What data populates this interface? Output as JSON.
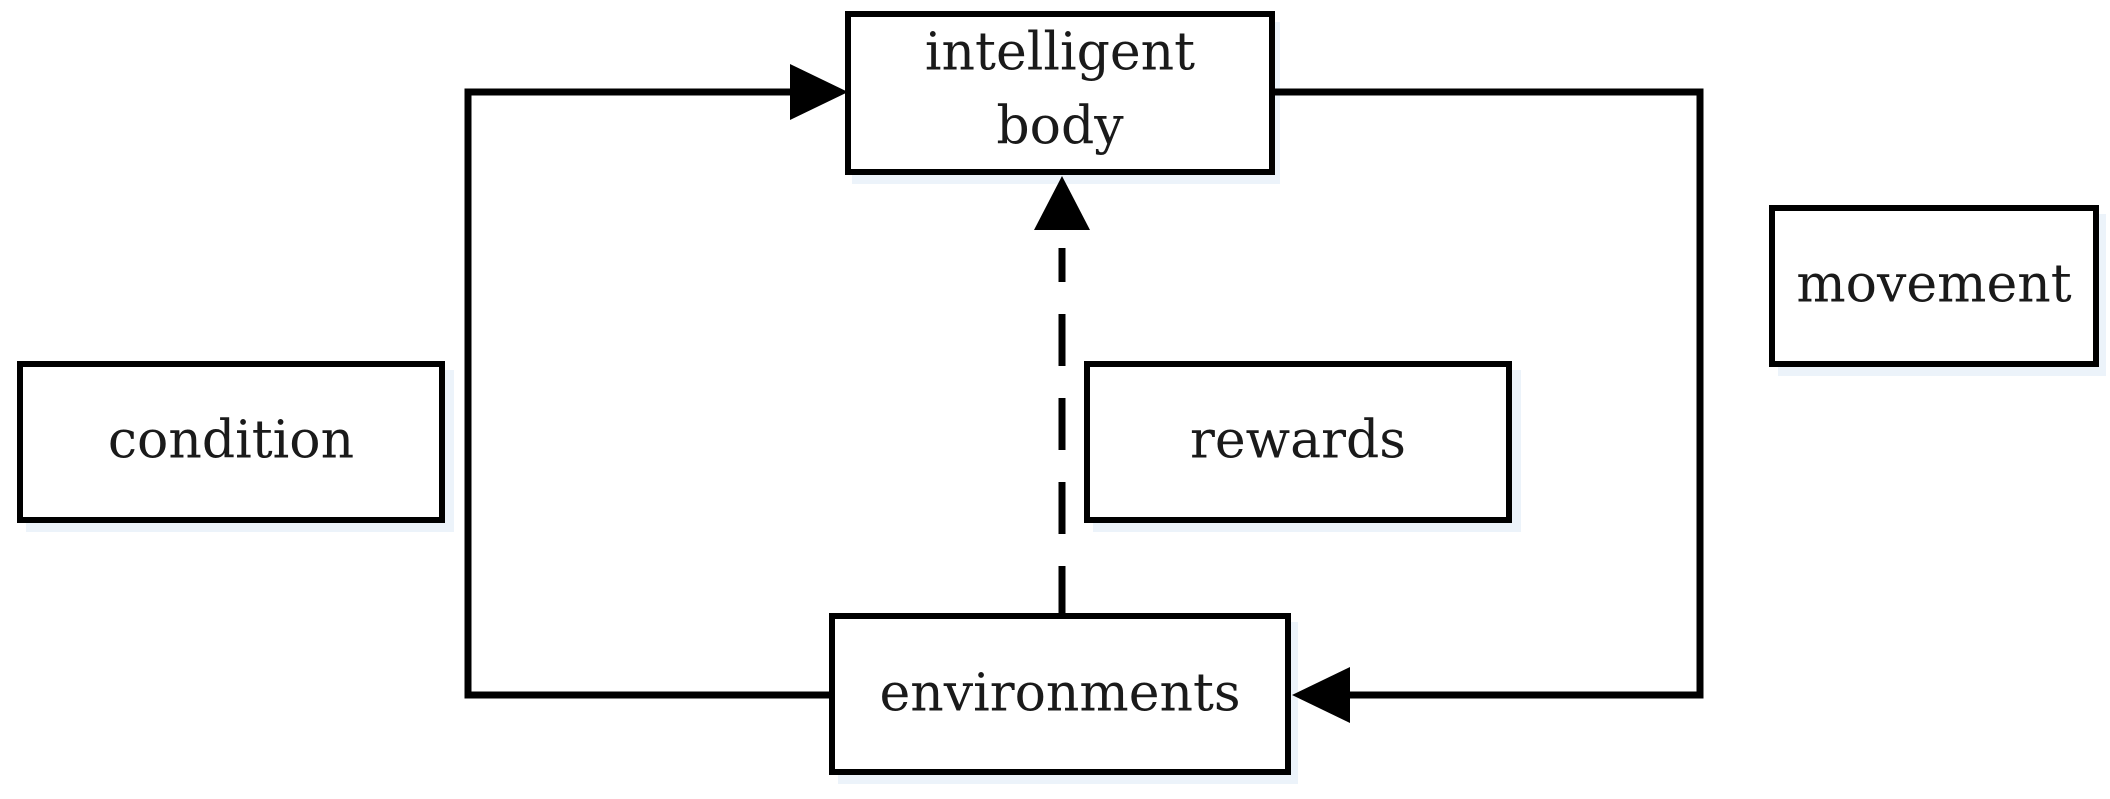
{
  "nodes": {
    "agent": {
      "line1": "intelligent",
      "line2": "body"
    },
    "condition": {
      "label": "condition"
    },
    "rewards": {
      "label": "rewards"
    },
    "movement": {
      "label": "movement"
    },
    "environment": {
      "label": "environments"
    }
  },
  "colors": {
    "stroke": "#000000",
    "shadow": "#dde9f6",
    "text": "#1a1a1a"
  }
}
